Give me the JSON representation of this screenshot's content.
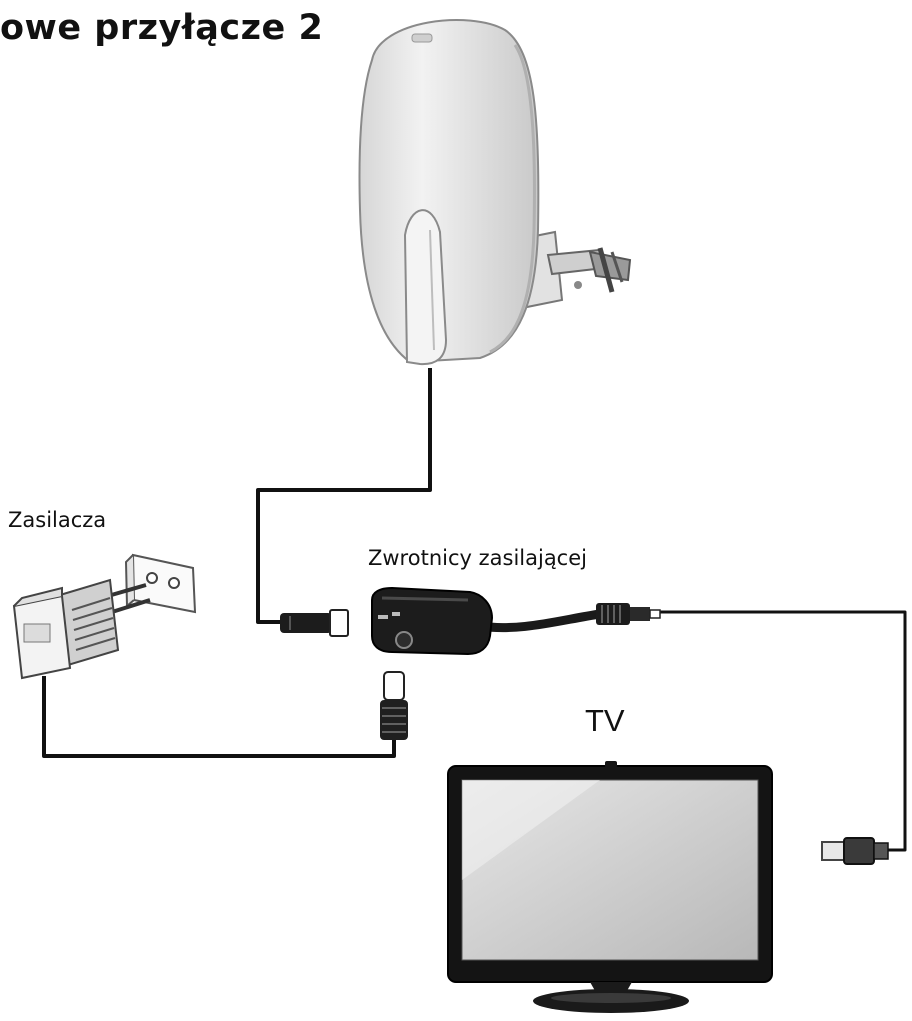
{
  "title": "owe przyłącze 2",
  "labels": {
    "power_supply": "Zasilacza",
    "splitter": "Zwrotnicy zasilającej",
    "tv": "TV"
  },
  "icons": {
    "antenna": "outdoor-antenna-icon",
    "power_supply": "power-adapter-icon",
    "socket": "wall-socket-icon",
    "splitter": "power-inserter-icon",
    "tv": "television-icon",
    "coax_plug": "coax-plug-icon"
  },
  "colors": {
    "cable": "#111111",
    "device_dark": "#1c1c1c",
    "device_light": "#e9e9e9"
  }
}
